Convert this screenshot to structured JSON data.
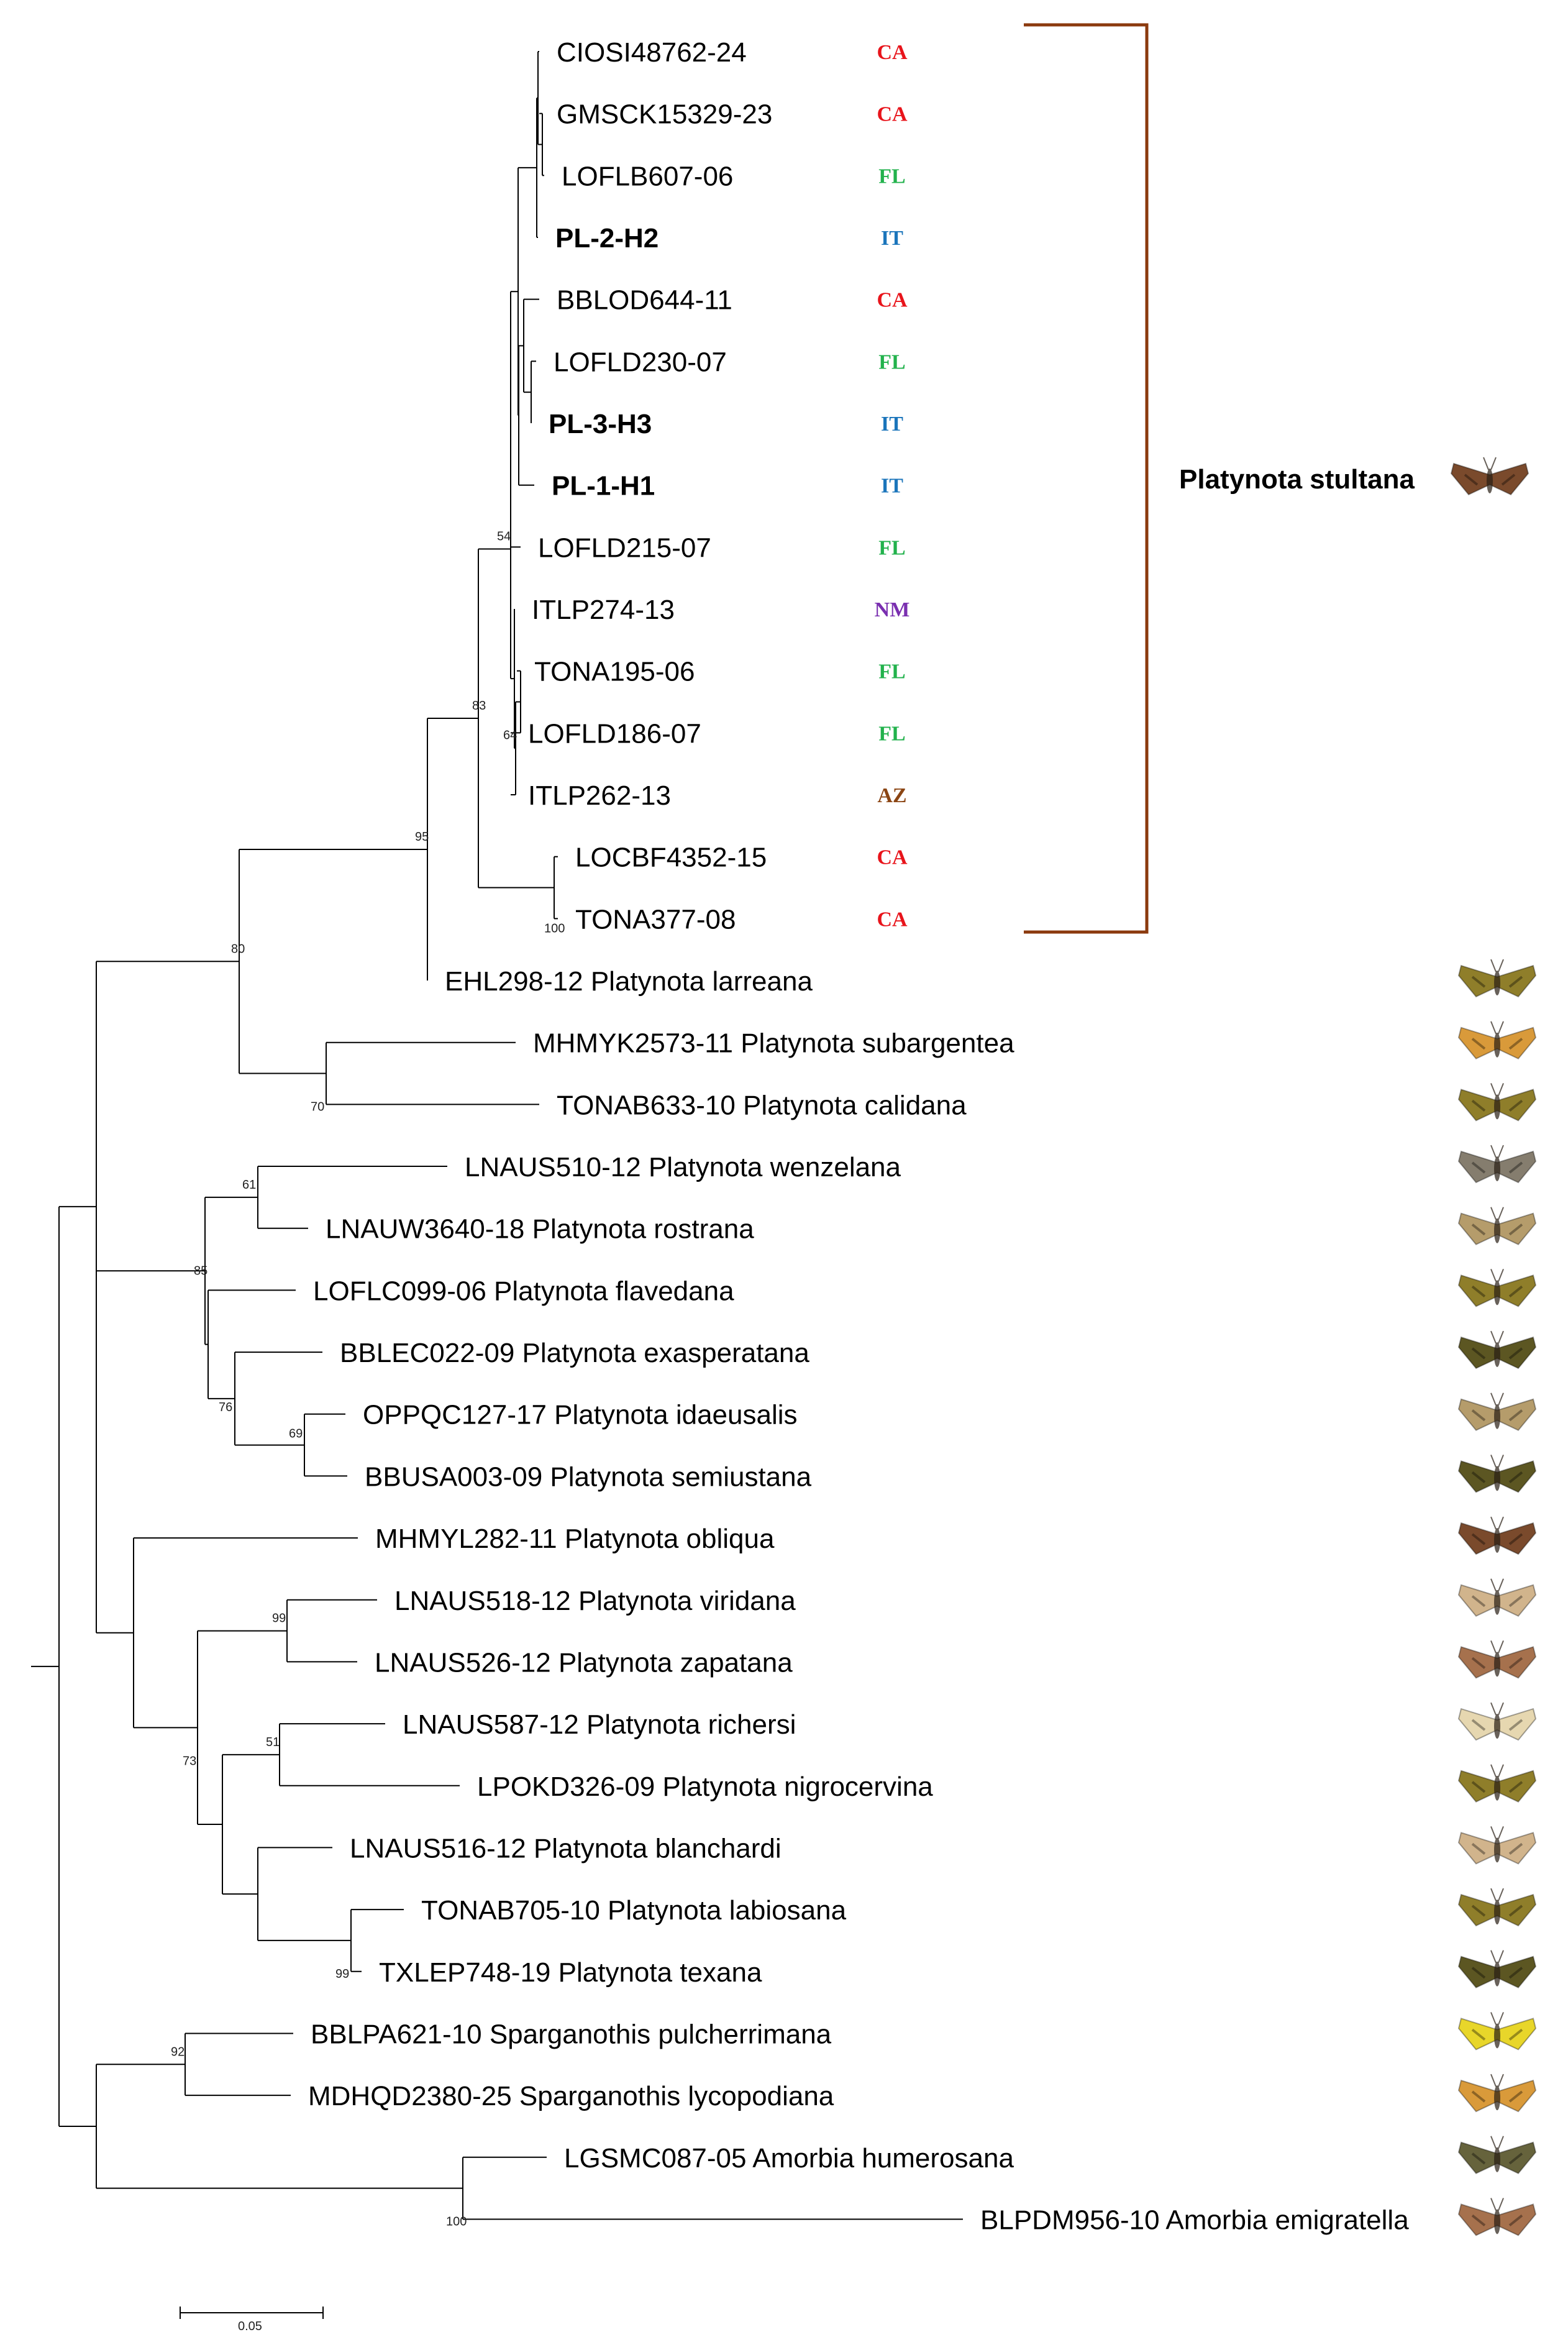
{
  "leaves": [
    {
      "label": "CIOSI48762-24",
      "region": "CA"
    },
    {
      "label": "GMSCK15329-23",
      "region": "CA"
    },
    {
      "label": "LOFLB607-06",
      "region": "FL"
    },
    {
      "label": "PL-2-H2",
      "region": "IT",
      "bold": true
    },
    {
      "label": "BBLOD644-11",
      "region": "CA"
    },
    {
      "label": "LOFLD230-07",
      "region": "FL"
    },
    {
      "label": "PL-3-H3",
      "region": "IT",
      "bold": true
    },
    {
      "label": "PL-1-H1",
      "region": "IT",
      "bold": true
    },
    {
      "label": "LOFLD215-07",
      "region": "FL"
    },
    {
      "label": "ITLP274-13",
      "region": "NM"
    },
    {
      "label": "TONA195-06",
      "region": "FL"
    },
    {
      "label": "LOFLD186-07",
      "region": "FL"
    },
    {
      "label": "ITLP262-13",
      "region": "AZ"
    },
    {
      "label": "LOCBF4352-15",
      "region": "CA"
    },
    {
      "label": "TONA377-08",
      "region": "CA"
    },
    {
      "label": "EHL298-12 Platynota larreana",
      "image": "moth-olive-icon"
    },
    {
      "label": "MHMYK2573-11 Platynota subargentea",
      "image": "moth-orange-icon"
    },
    {
      "label": "TONAB633-10 Platynota calidana",
      "image": "moth-olive-icon"
    },
    {
      "label": "LNAUS510-12 Platynota wenzelana",
      "image": "moth-gray-icon"
    },
    {
      "label": "LNAUW3640-18 Platynota rostrana",
      "image": "moth-tan-icon"
    },
    {
      "label": "LOFLC099-06 Platynota flavedana",
      "image": "moth-olive-icon"
    },
    {
      "label": "BBLEC022-09 Platynota exasperatana",
      "image": "moth-dark-olive-icon"
    },
    {
      "label": "OPPQC127-17 Platynota idaeusalis",
      "image": "moth-tan-icon"
    },
    {
      "label": "BBUSA003-09 Platynota semiustana",
      "image": "moth-dark-olive-icon"
    },
    {
      "label": "MHMYL282-11 Platynota obliqua",
      "image": "moth-brown-icon"
    },
    {
      "label": "LNAUS518-12 Platynota viridana",
      "image": "moth-beige-icon"
    },
    {
      "label": "LNAUS526-12 Platynota zapatana",
      "image": "moth-rust-icon"
    },
    {
      "label": "LNAUS587-12 Platynota richersi",
      "image": "moth-pale-icon"
    },
    {
      "label": "LPOKD326-09 Platynota nigrocervina",
      "image": "moth-olive-icon"
    },
    {
      "label": "LNAUS516-12 Platynota blanchardi",
      "image": "moth-beige-icon"
    },
    {
      "label": "TONAB705-10 Platynota labiosana",
      "image": "moth-olive-icon"
    },
    {
      "label": "TXLEP748-19 Platynota texana",
      "image": "moth-dark-olive-icon"
    },
    {
      "label": "BBLPA621-10 Sparganothis pulcherrimana",
      "image": "moth-yellow-icon"
    },
    {
      "label": "MDHQD2380-25 Sparganothis lycopodiana",
      "image": "moth-orange-icon"
    },
    {
      "label": "LGSMC087-05 Amorbia humerosana",
      "image": "moth-gray-olive-icon"
    },
    {
      "label": "BLPDM956-10 Amorbia emigratella",
      "image": "moth-rust-icon"
    }
  ],
  "region_colors": {
    "CA": "#e8141b",
    "FL": "#22b24c",
    "IT": "#1b75bb",
    "NM": "#7a2fb0",
    "AZ": "#8b4513"
  },
  "moth_colors": {
    "moth-olive-icon": "#8f7e2a",
    "moth-orange-icon": "#d99a3a",
    "moth-gray-icon": "#857d6e",
    "moth-tan-icon": "#b59c6b",
    "moth-dark-olive-icon": "#5c5622",
    "moth-brown-icon": "#7a4a2c",
    "moth-beige-icon": "#d1b48c",
    "moth-rust-icon": "#a6714d",
    "moth-pale-icon": "#e6d7b0",
    "moth-yellow-icon": "#e8d62a",
    "moth-gray-olive-icon": "#66633c"
  },
  "bootstrap": {
    "n54": "54",
    "n83": "83",
    "n64": "64",
    "n95": "95",
    "n100a": "100",
    "n80": "80",
    "n70": "70",
    "n61": "61",
    "n85": "85",
    "n76": "76",
    "n69": "69",
    "n99a": "99",
    "n73": "73",
    "n51": "51",
    "n99b": "99",
    "n92": "92",
    "n100b": "100"
  },
  "clade": {
    "label": "Platynota stultana",
    "bracket_color": "#8b3a0e",
    "image": "moth-brown-icon"
  },
  "scale_bar": {
    "label": "0.05"
  }
}
